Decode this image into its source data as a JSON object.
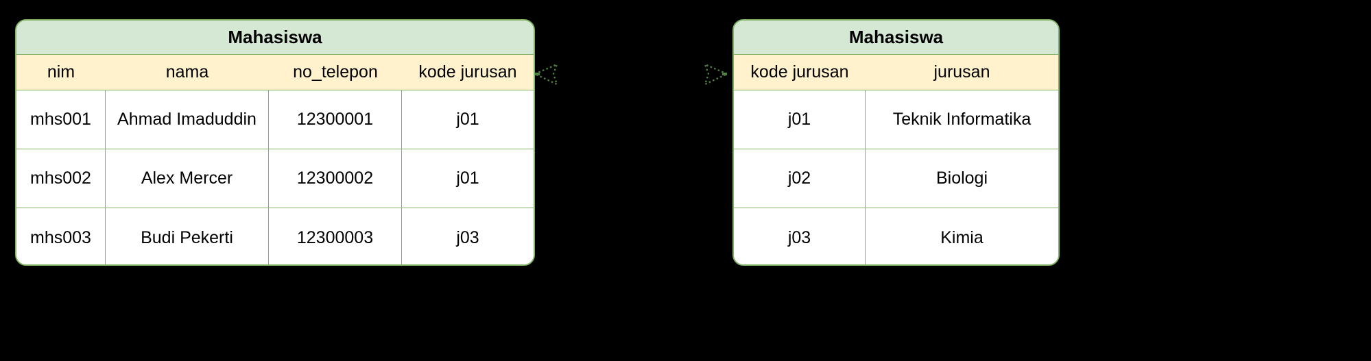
{
  "diagram": {
    "type": "er-diagram",
    "background_color": "#000000",
    "entities": [
      {
        "id": "mahasiswa",
        "title": "Mahasiswa",
        "columns": [
          "nim",
          "nama",
          "no_telepon",
          "kode jurusan"
        ],
        "rows": [
          [
            "mhs001",
            "Ahmad Imaduddin",
            "12300001",
            "j01"
          ],
          [
            "mhs002",
            "Alex Mercer",
            "12300002",
            "j01"
          ],
          [
            "mhs003",
            "Budi Pekerti",
            "12300003",
            "j03"
          ]
        ]
      },
      {
        "id": "jurusan",
        "title": "Mahasiswa",
        "columns": [
          "kode jurusan",
          "jurusan"
        ],
        "rows": [
          [
            "j01",
            "Teknik Informatika"
          ],
          [
            "j02",
            "Biologi"
          ],
          [
            "j03",
            "Kimia"
          ]
        ]
      }
    ],
    "relationship": {
      "style": "dotted",
      "color": "#4f7f3f",
      "left_marker": "crowsfoot-arrow-left",
      "right_marker": "crowsfoot-arrow-right"
    },
    "colors": {
      "header_green": "#d5e8d4",
      "attribute_yellow": "#fff2cc",
      "border_green": "#82b366",
      "row_white": "#ffffff",
      "text": "#000000"
    }
  }
}
